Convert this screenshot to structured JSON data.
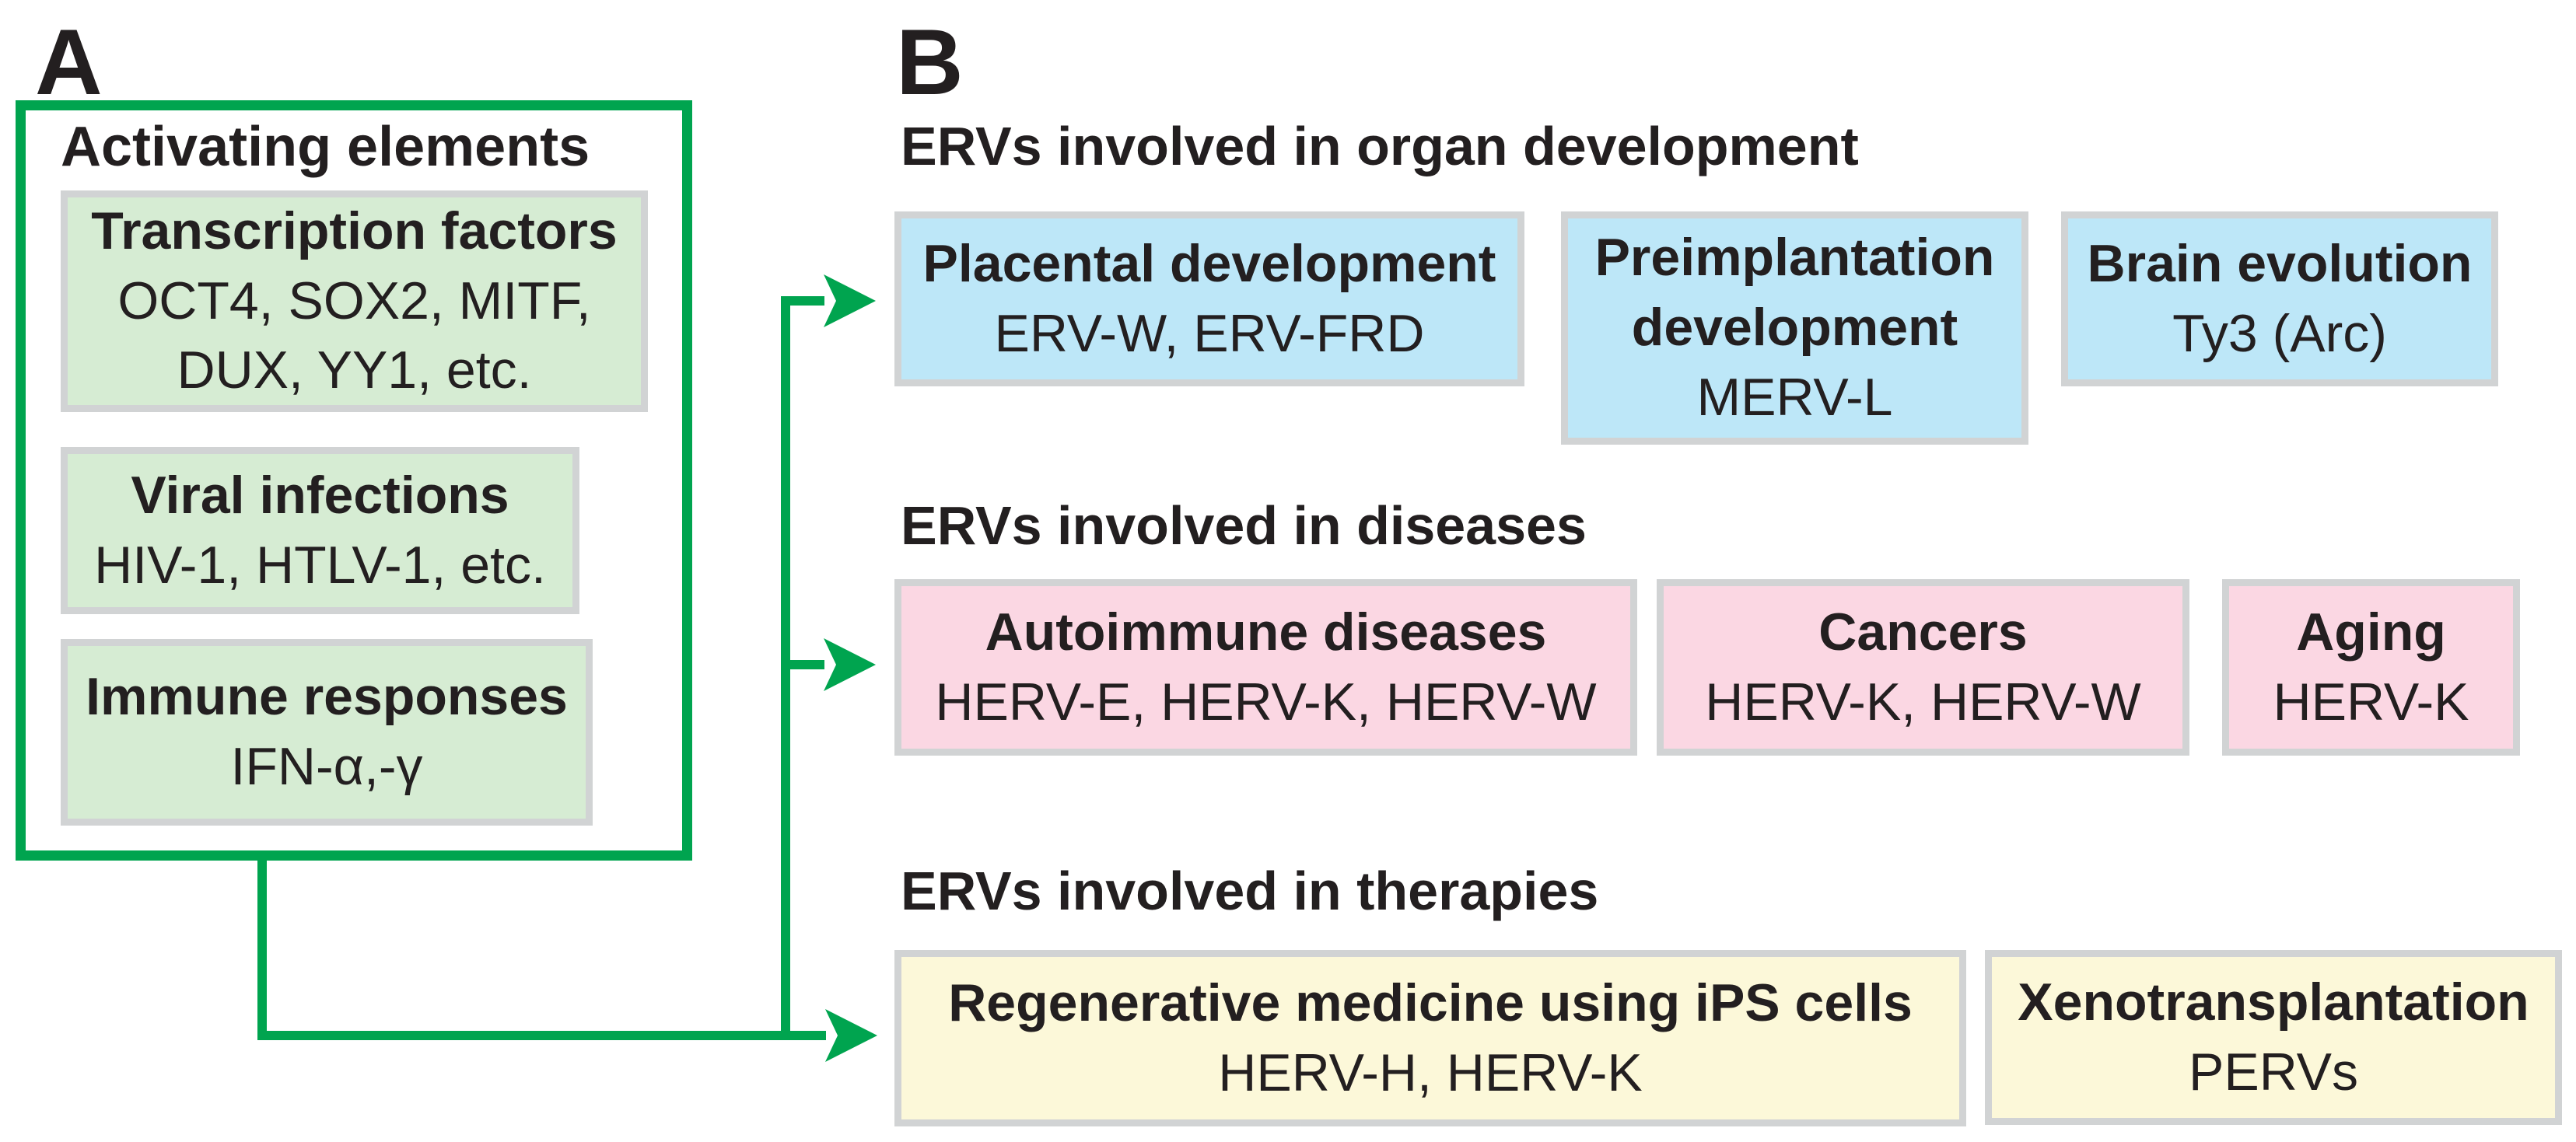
{
  "panel_a": {
    "label": "A",
    "box_title": "Activating elements",
    "items": [
      {
        "title": "Transcription factors",
        "lines": [
          "OCT4, SOX2, MITF,",
          "DUX, YY1, etc."
        ]
      },
      {
        "title": "Viral infections",
        "lines": [
          "HIV-1, HTLV-1, etc."
        ]
      },
      {
        "title": "Immune responses",
        "lines": [
          "IFN-α,-γ"
        ]
      }
    ]
  },
  "panel_b": {
    "label": "B",
    "sections": [
      {
        "heading": "ERVs involved in organ development",
        "fill_color": "#BDE7F8",
        "boxes": [
          {
            "title": "Placental development",
            "value": "ERV-W, ERV-FRD"
          },
          {
            "title": "Preimplantation development",
            "value": "MERV-L"
          },
          {
            "title": "Brain evolution",
            "value": "Ty3 (Arc)"
          }
        ]
      },
      {
        "heading": "ERVs involved in diseases",
        "fill_color": "#FBD7E3",
        "boxes": [
          {
            "title": "Autoimmune diseases",
            "value": "HERV-E, HERV-K, HERV-W"
          },
          {
            "title": "Cancers",
            "value": "HERV-K, HERV-W"
          },
          {
            "title": "Aging",
            "value": "HERV-K"
          }
        ]
      },
      {
        "heading": "ERVs involved in therapies",
        "fill_color": "#FCF8D9",
        "boxes": [
          {
            "title": "Regenerative medicine using iPS cells",
            "value": "HERV-H, HERV-K"
          },
          {
            "title": "Xenotransplantation",
            "value": "PERVs"
          }
        ]
      }
    ]
  },
  "colors": {
    "arrow_green": "#00A44F",
    "box_border_gray": "#D1D3D4",
    "panel_a_fill": "#D6ECD3",
    "organ_development_fill": "#BDE7F8",
    "diseases_fill": "#FBD7E3",
    "therapies_fill": "#FCF8D9",
    "text": "#231F20"
  }
}
